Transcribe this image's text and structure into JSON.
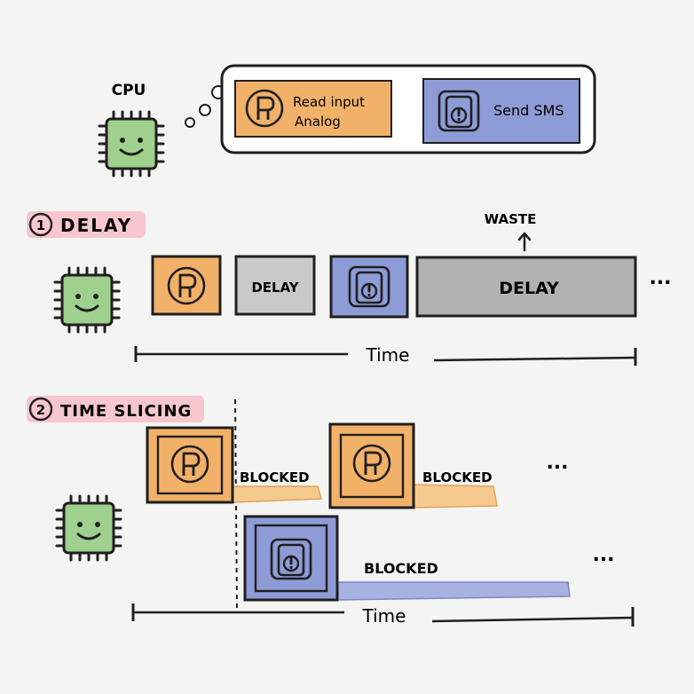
{
  "cpu_label": "CPU",
  "thought_tasks": {
    "read": "Read input\nAnalog",
    "send": "Send SMS"
  },
  "section1": {
    "number": "1",
    "title": "DELAY"
  },
  "section2": {
    "number": "2",
    "title": "TIME SLICING"
  },
  "delay_labels": {
    "short": "DELAY",
    "long": "DELAY"
  },
  "waste_label": "WASTE",
  "blocked_label": "BLOCKED",
  "time_label": "Time",
  "ellipsis": "...",
  "icon_letter": "R",
  "colors": {
    "background": "#f4f4f2",
    "orange": "#f2b168",
    "orange_soft": "#f6c98e",
    "blue": "#8d9bd6",
    "blue_soft": "#a7b1e2",
    "gray_light": "#c9c9c9",
    "gray_dark": "#b2b2b2",
    "cpu_green": "#9fd08e",
    "highlight_pink": "#f7c6cf",
    "ink": "#1f1f1f"
  }
}
